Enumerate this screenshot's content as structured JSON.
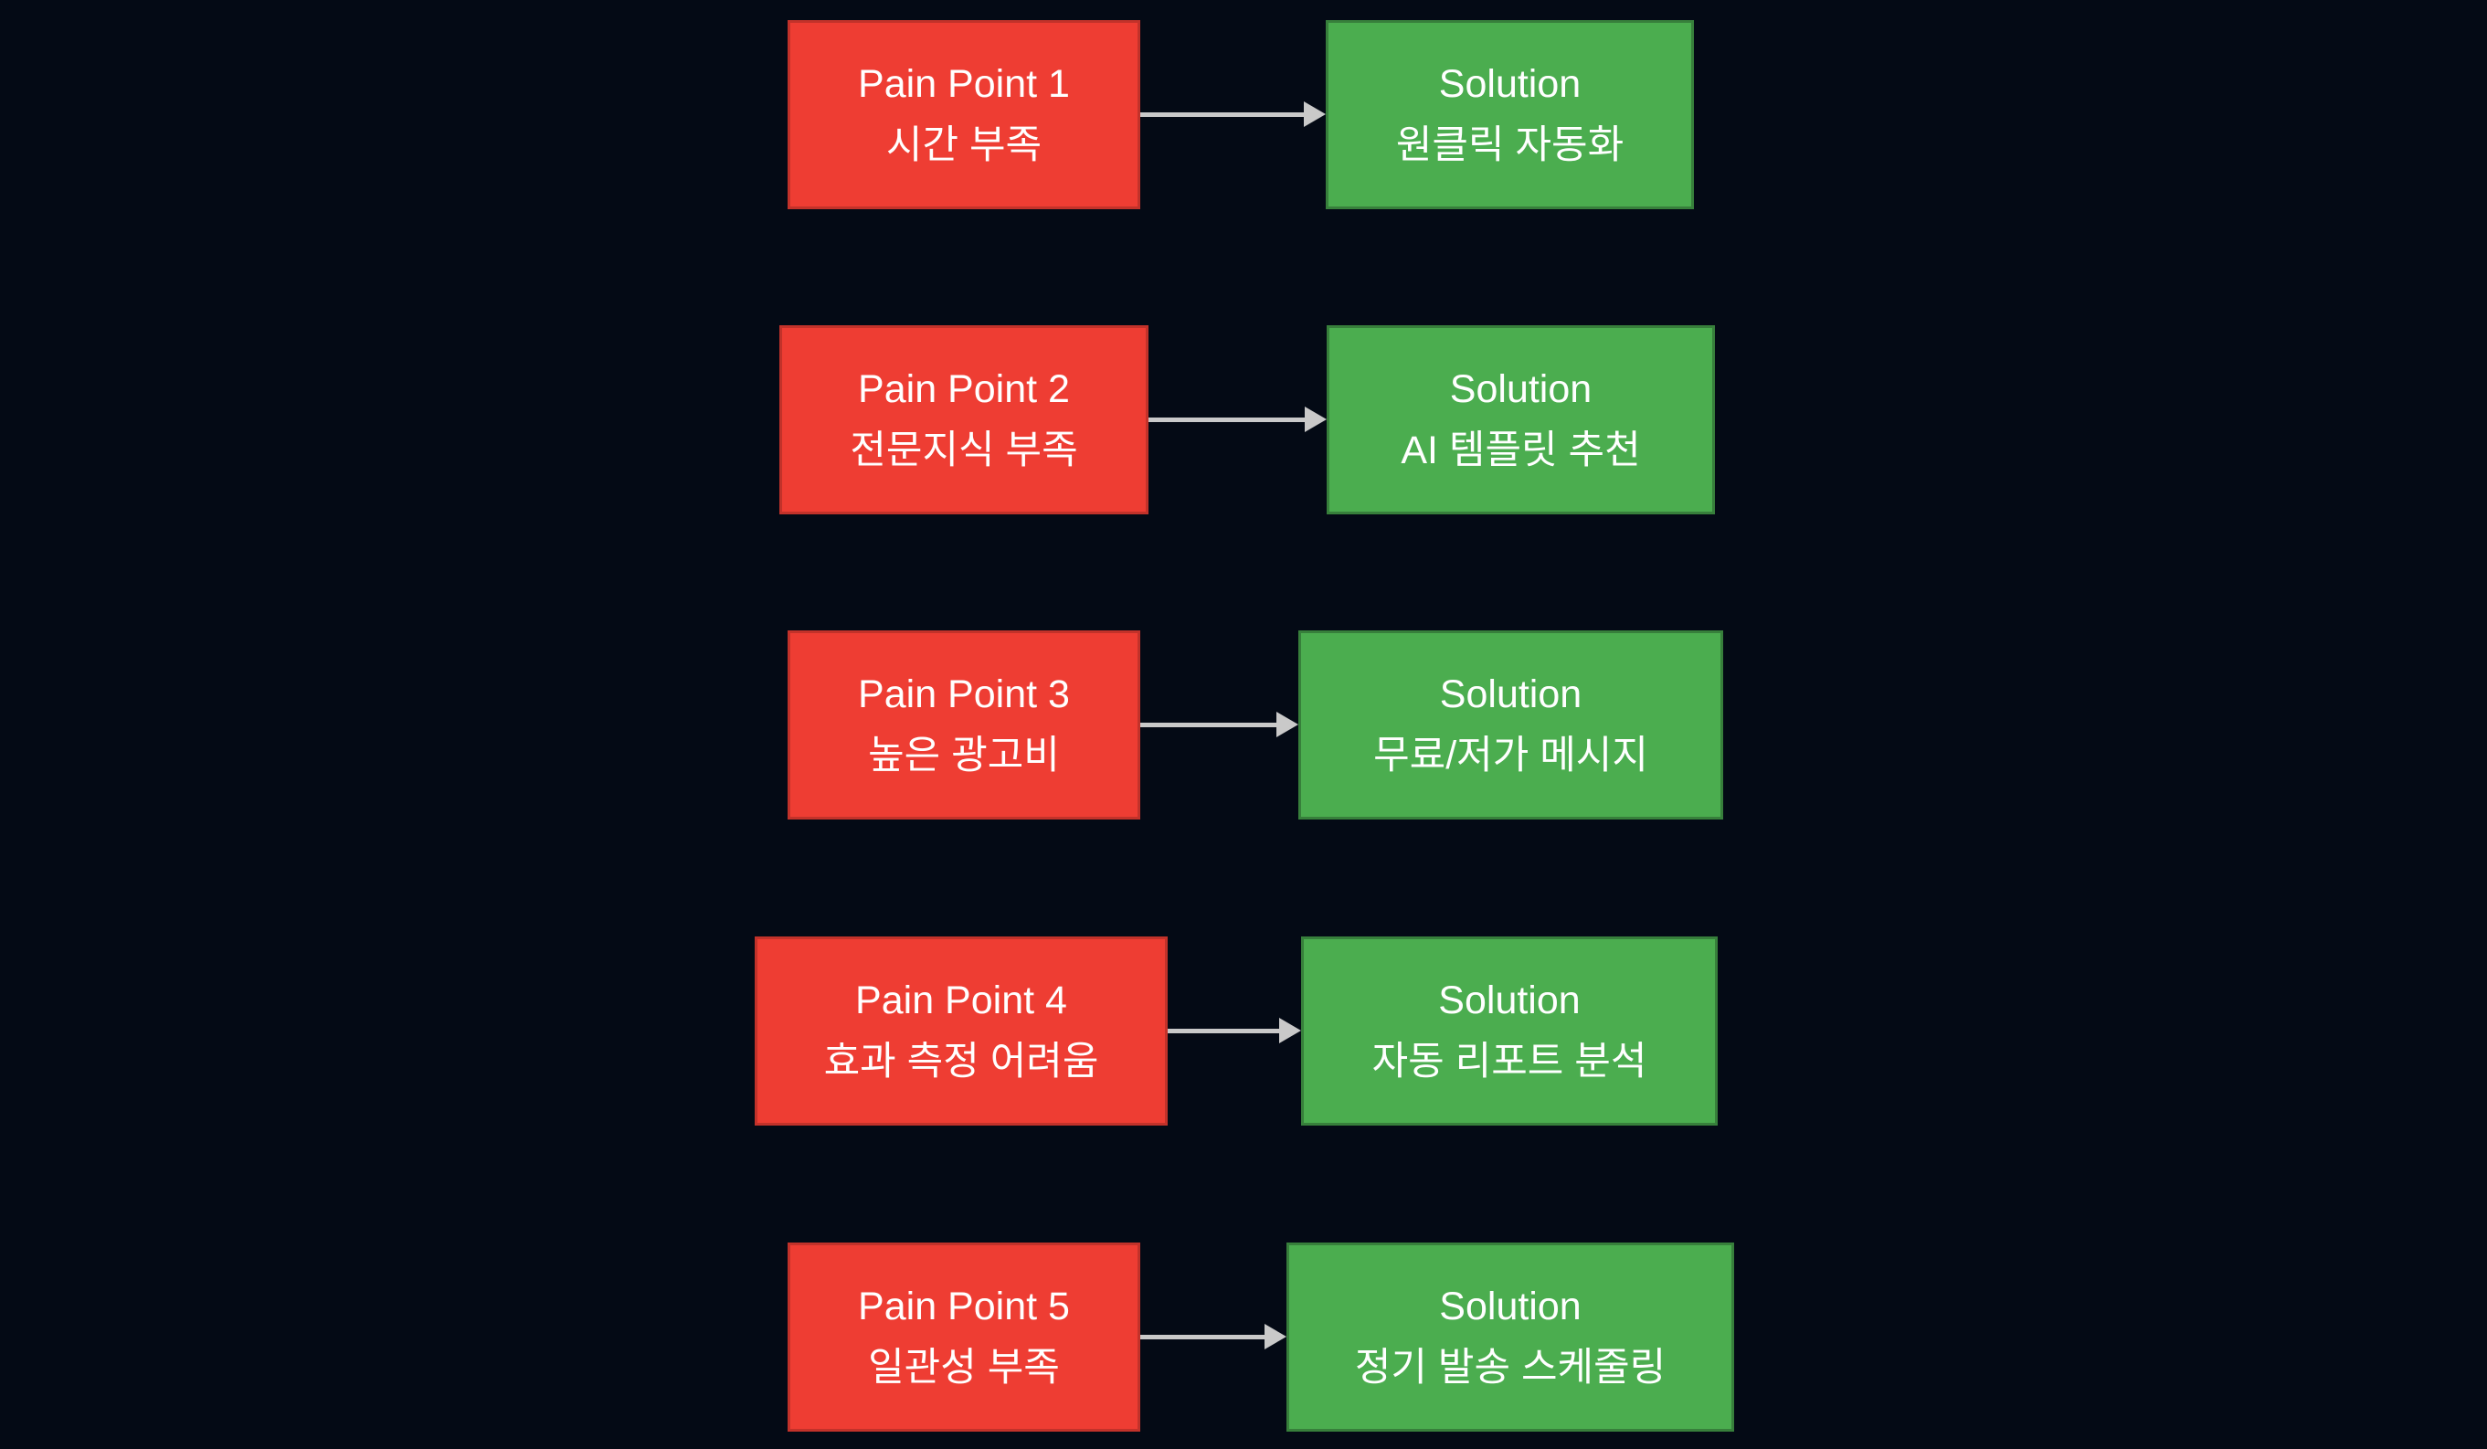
{
  "diagram": {
    "background_color": "#040a15",
    "pain_box_color": "#ee3d33",
    "pain_border_color": "#c2322a",
    "solution_box_color": "#4bad4f",
    "solution_border_color": "#377f3b",
    "arrow_color": "#c9c9c9",
    "text_color": "#ffffff"
  },
  "rows": [
    {
      "pain": {
        "title": "Pain Point 1",
        "detail": "시간 부족"
      },
      "solution": {
        "title": "Solution",
        "detail": "원클릭 자동화"
      }
    },
    {
      "pain": {
        "title": "Pain Point 2",
        "detail": "전문지식 부족"
      },
      "solution": {
        "title": "Solution",
        "detail": "AI 템플릿 추천"
      }
    },
    {
      "pain": {
        "title": "Pain Point 3",
        "detail": "높은 광고비"
      },
      "solution": {
        "title": "Solution",
        "detail": "무료/저가 메시지"
      }
    },
    {
      "pain": {
        "title": "Pain Point 4",
        "detail": "효과 측정 어려움"
      },
      "solution": {
        "title": "Solution",
        "detail": "자동 리포트 분석"
      }
    },
    {
      "pain": {
        "title": "Pain Point 5",
        "detail": "일관성 부족"
      },
      "solution": {
        "title": "Solution",
        "detail": "정기 발송 스케줄링"
      }
    }
  ]
}
